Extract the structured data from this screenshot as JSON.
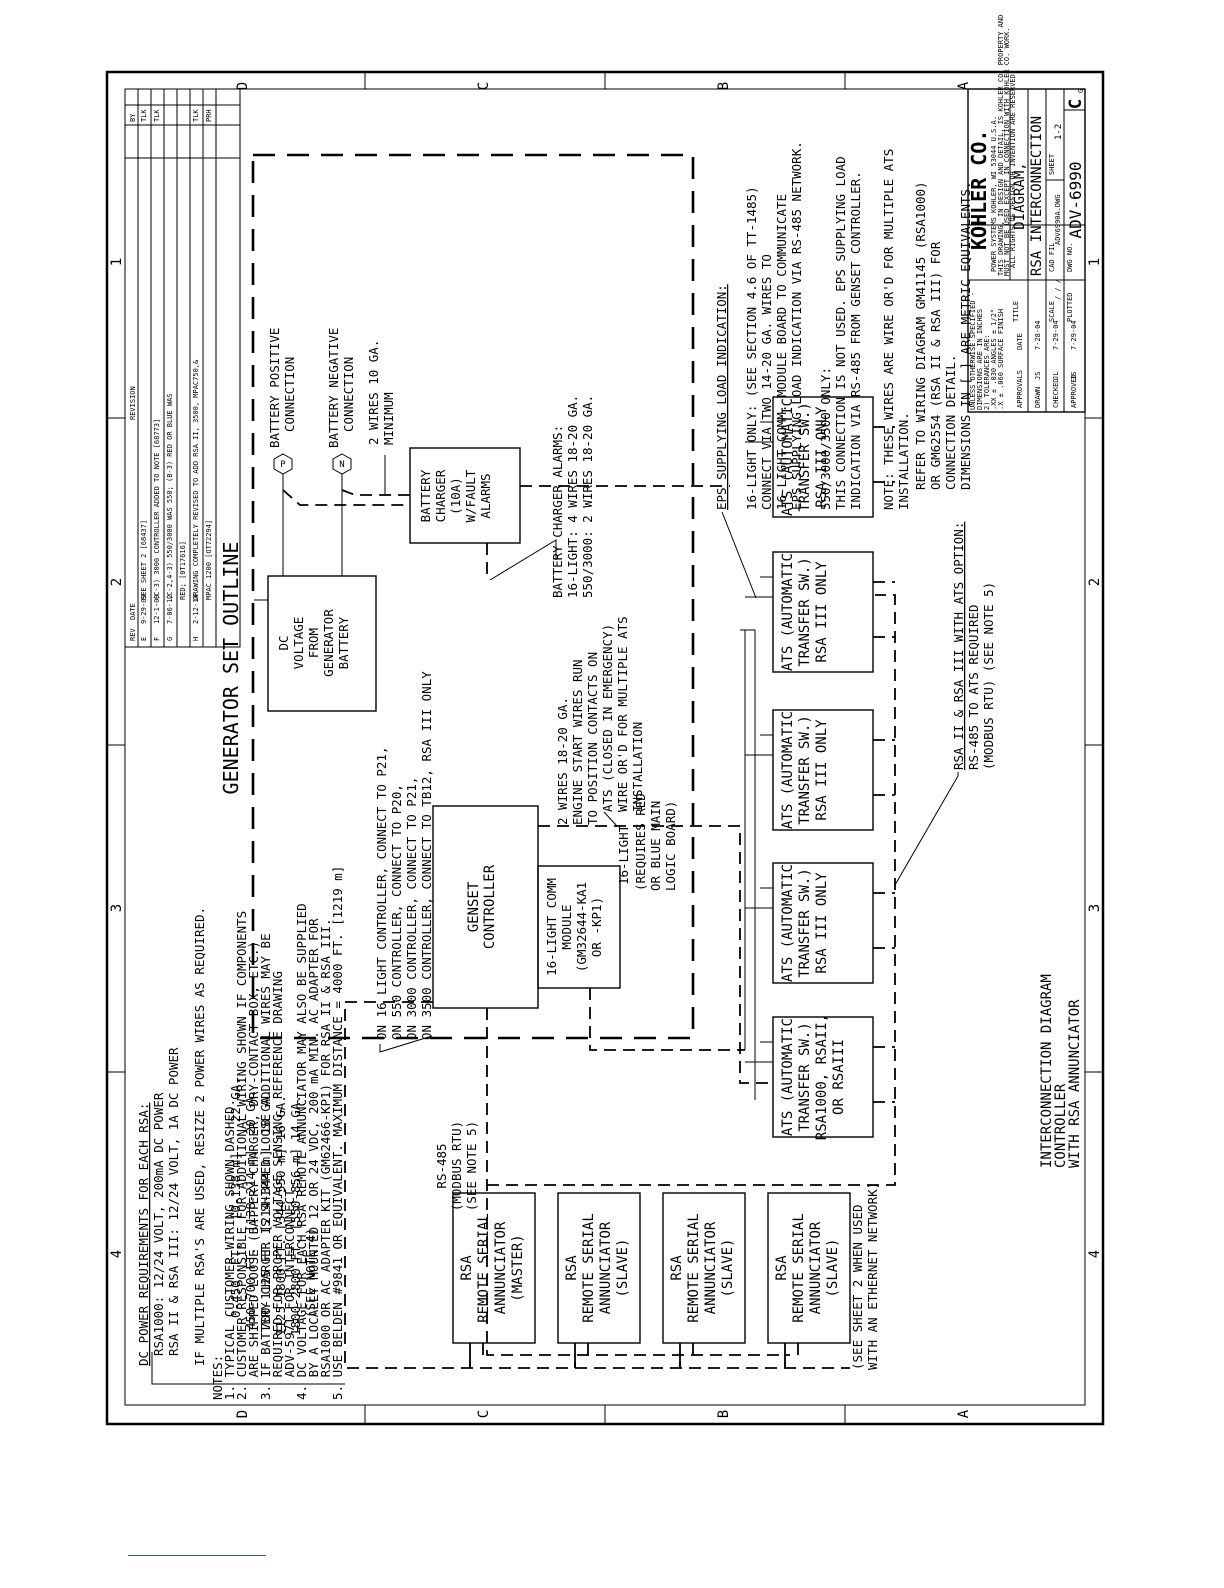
{
  "zones": {
    "letters": [
      "D",
      "C",
      "B",
      "A"
    ],
    "numbers": [
      "4",
      "3",
      "2",
      "1"
    ]
  },
  "outline_label": "GENERATOR SET OUTLINE",
  "dc_power": {
    "title": "DC POWER REQUIREMENTS FOR EACH RSA:",
    "l1": "RSA1000: 12/24 VOLT, 200mA DC POWER",
    "l2": "RSA II & RSA III: 12/24 VOLT, 1A DC POWER",
    "l3": "IF MULTIPLE RSA'S ARE USED, RESIZE 2 POWER WIRES AS REQUIRED.",
    "r1": "0-450  FT.   [0-138 m]    22 GA.",
    "r2": "450-700 FT.  [138-214 m]  20 GA.",
    "r3": "700-1125 FT. [214-344 m]  18 GA.",
    "r4": "1125-1800 FT. [344-550 m] 16 GA.",
    "r5": "1800-2800 FT. [550-856 m] 14 GA.",
    "r6": "(SEE NOTE 4)"
  },
  "controller_note": {
    "l1": "ON 16 LIGHT CONTROLLER, CONNECT TO P21,",
    "l2": "ON 550 CONTROLLER, CONNECT TO P20,",
    "l3": "ON 3000 CONTROLLER, CONNECT TO P21,",
    "l4": "ON 3500 CONTROLLER, CONNECT TO TB12, RSA III ONLY"
  },
  "dc_voltage_box": {
    "l1": "DC",
    "l2": "VOLTAGE",
    "l3": "FROM",
    "l4": "GENERATOR",
    "l5": "BATTERY"
  },
  "battery": {
    "pos_symbol": "P",
    "pos1": "BATTERY POSITIVE",
    "pos2": "CONNECTION",
    "neg_symbol": "N",
    "neg1": "BATTERY NEGATIVE",
    "neg2": "CONNECTION",
    "wires1": "2 WIRES 10 GA.",
    "wires2": "MINIMUM"
  },
  "charger_box": {
    "l1": "BATTERY",
    "l2": "CHARGER",
    "l3": "(10A)",
    "l4": "W/FAULT",
    "l5": "ALARMS"
  },
  "charger_alarms": {
    "l1": "BATTERY CHARGER ALARMS:",
    "l2": "16-LIGHT: 4 WIRES 18-20 GA.",
    "l3": "550/3000: 2 WIRES 18-20 GA."
  },
  "engine_start": {
    "l1": "2 WIRES 18-20 GA.",
    "l2": "ENGINE START WIRES RUN",
    "l3": "TO POSITION CONTACTS ON",
    "l4": "ATS (CLOSED IN EMERGENCY)",
    "l5": "WIRE OR'D FOR MULTIPLE ATS",
    "l6": "INSTALLATION"
  },
  "genset_box": {
    "l1": "GENSET",
    "l2": "CONTROLLER"
  },
  "comm_module": {
    "l1": "16-LIGHT COMM",
    "l2": "MODULE",
    "l3": "(GM32644-KA1",
    "l4": "OR -KP1)"
  },
  "logic_note": {
    "l1": "16-LIGHT",
    "l2": "(REQUIRES RED",
    "l3": "OR BLUE MAIN",
    "l4": "LOGIC BOARD)"
  },
  "rs485": {
    "l1": "RS-485",
    "l2": "(MODBUS RTU)",
    "l3": "(SEE NOTE 5)"
  },
  "rsa_units": [
    {
      "l1": "RSA",
      "l2": "REMOTE SERIAL",
      "l3": "ANNUNCIATOR",
      "l4": "(MASTER)"
    },
    {
      "l1": "RSA",
      "l2": "REMOTE SERIAL",
      "l3": "ANNUNCIATOR",
      "l4": "(SLAVE)"
    },
    {
      "l1": "RSA",
      "l2": "REMOTE SERIAL",
      "l3": "ANNUNCIATOR",
      "l4": "(SLAVE)"
    },
    {
      "l1": "RSA",
      "l2": "REMOTE SERIAL",
      "l3": "ANNUNCIATOR",
      "l4": "(SLAVE)"
    }
  ],
  "ethernet_note": {
    "l1": "(SEE SHEET 2 WHEN USED",
    "l2": "WITH AN ETHERNET NETWORK)"
  },
  "ats_units": [
    {
      "l1": "ATS (AUTOMATIC",
      "l2": "TRANSFER SW.)",
      "l3": "RSA1000, RSAII,",
      "l4": "OR RSAIII"
    },
    {
      "l1": "ATS (AUTOMATIC",
      "l2": "TRANSFER SW.)",
      "l3": "RSA III ONLY",
      "l4": ""
    },
    {
      "l1": "ATS (AUTOMATIC",
      "l2": "TRANSFER SW.)",
      "l3": "RSA III ONLY",
      "l4": ""
    },
    {
      "l1": "ATS (AUTOMATIC",
      "l2": "TRANSFER SW.)",
      "l3": "RSA III ONLY",
      "l4": ""
    },
    {
      "l1": "ATS (AUTOMATIC",
      "l2": "TRANSFER SW.)",
      "l3": "RSA III ONLY",
      "l4": ""
    }
  ],
  "ats_option": {
    "l1": "RSA II & RSA III WITH ATS OPTION:",
    "l2": "RS-485 TO ATS REQUIRED",
    "l3": "(MODBUS RTU) (SEE NOTE 5)"
  },
  "eps_note": {
    "title": "EPS SUPPLYING LOAD INDICATION:",
    "l1": "16-LIGHT ONLY: (SEE SECTION 4.6 OF TT-1485)",
    "l2": "CONNECT VIA TWO 14-20 GA. WIRES TO",
    "l3": "16-LIGHT COMM. MODULE BOARD TO COMMUNICATE",
    "l4": "EPS SUPPLYING LOAD INDICATION VIA RS-485 NETWORK.",
    "l5": "550/3000/3500 ONLY:",
    "l6": "THIS CONNECTION IS NOT USED.  EPS SUPPLYING LOAD",
    "l7": "INDICATION VIA RS-485 FROM GENSET CONTROLLER.",
    "l8": "NOTE: THESE WIRES ARE WIRE OR'D FOR MULTIPLE ATS",
    "l9": "INSTALLATION.",
    "l10": "REFER TO WIRING DIAGRAM GM41145 (RSA1000)",
    "l11": "OR GM62554 (RSA II & RSA III) FOR",
    "l12": "CONNECTION DETAIL.",
    "l13": "DIMENSIONS IN [ ] ARE METRIC EQUIVALENTS."
  },
  "notes": {
    "title": "NOTES:",
    "n1": "1. TYPICAL CUSTOMER WIRING SHOWN DASHED.",
    "n2a": "2. CUSTOMER RESPONSIBLE FOR ADDITIONAL WIRING SHOWN IF COMPONENTS",
    "n2b": "   ARE SHIPPED LOOSE (BATTERY CHARGER, DRY-CONTACT BOX, ETC.)",
    "n3a": "3. IF BATTERY CHARGER IS SHIPPED LOOSE ADDITIONAL WIRES MAY BE",
    "n3b": "   REQUIRED FOR PROPER VOLTAGE SENSING. REFERENCE DRAWING",
    "n3c": "   ADV-5971 FOR INTERCONNECT.",
    "n4a": "4. DC VOLTAGE FOR EACH RSA REMOTE ANNUNCIATOR MAY ALSO BE SUPPLIED",
    "n4b": "   BY A LOCALLY MOUNTED 12 OR 24 VDC, 200 mA MIN. AC ADAPTER FOR",
    "n4c": "   RSA1000 OR AC ADAPTER KIT (GM62466-KP1) FOR RSA II & RSA III.",
    "n5": "5. USE BELDEN #9841 OR EQUIVALENT. MAXIMUM DISTANCE = 4000 FT. [1219 m]"
  },
  "revision_table": {
    "headers": [
      "REV",
      "DATE",
      "REVISION",
      "BY"
    ],
    "rows": [
      [
        "E",
        "9-29-09",
        "SEE SHEET 2 [68437]",
        "TLK"
      ],
      [
        "F",
        "12-1-09",
        "(C-3) 3000 CONTROLLER ADDED TO NOTE [68773]",
        "TLK"
      ],
      [
        "G",
        "7-06-12",
        "(C-2,4-3) 550/3000 WAS 550; (B-3) RED OR BLUE WAS",
        ""
      ],
      [
        "",
        "",
        "RED; [0T17616]",
        ""
      ],
      [
        "H",
        "2-12-14",
        "DRAWING COMPLETELY REVISED TO ADD RSA II, 3500, MPAC750,&",
        "TLK"
      ],
      [
        "",
        "",
        "MPAC 1200 [OT72294]",
        "PRH"
      ]
    ]
  },
  "title_block": {
    "company": "KOHLER CO.",
    "address": "POWER SYSTEMS   KOHLER, WI  53044  U.S.A.",
    "prop1": "THIS DRAWING, IN DESIGN AND DETAIL, IS KOHLER CO. PROPERTY AND",
    "prop2": "MUST NOT BE USED EXCEPT IN CONNECTION WITH KOHLER CO. WORK.",
    "prop3": "ALL RIGHTS OF DESIGN OR INVENTION ARE RESERVED.",
    "tol1": "UNLESS OTHERWISE SPECIFIED -",
    "tol2": "DIMENSIONS ARE IN INCHES",
    "tol3": "2) TOLERANCES ARE:",
    "tol4": ".XX ± .030   ANGLES ± 1/2°",
    "tol5": ".X ± .060   SURFACE FINISH",
    "approvals": "APPROVALS",
    "date_hdr": "DATE",
    "drawn": "DRAWN",
    "drawn_by": "JS",
    "drawn_date": "7-28-04",
    "checked": "CHECKED",
    "checked_by": "JL",
    "checked_date": "7-29-04",
    "approved": "APPROVED",
    "approved_by": "JS",
    "approved_date": "7-29-04",
    "title_lbl": "TITLE",
    "t1": "DIAGRAM,",
    "t2": "RSA INTERCONNECTION",
    "scale": "SCALE",
    "scale_val": "/ / /",
    "cad": "CAD FIL",
    "cad_val": "ADV6990A.DWG",
    "plotted": "PLOTTED",
    "sheet": "SHEET",
    "sheet_val": "1-2",
    "dwg": "DWG NO.",
    "dwg_no": "ADV-6990",
    "size": "C",
    "g": "G"
  },
  "footer_title": {
    "l1": "INTERCONNECTION DIAGRAM",
    "l2": "CONTROLLER",
    "l3": "WITH RSA ANNUNCIATOR"
  }
}
